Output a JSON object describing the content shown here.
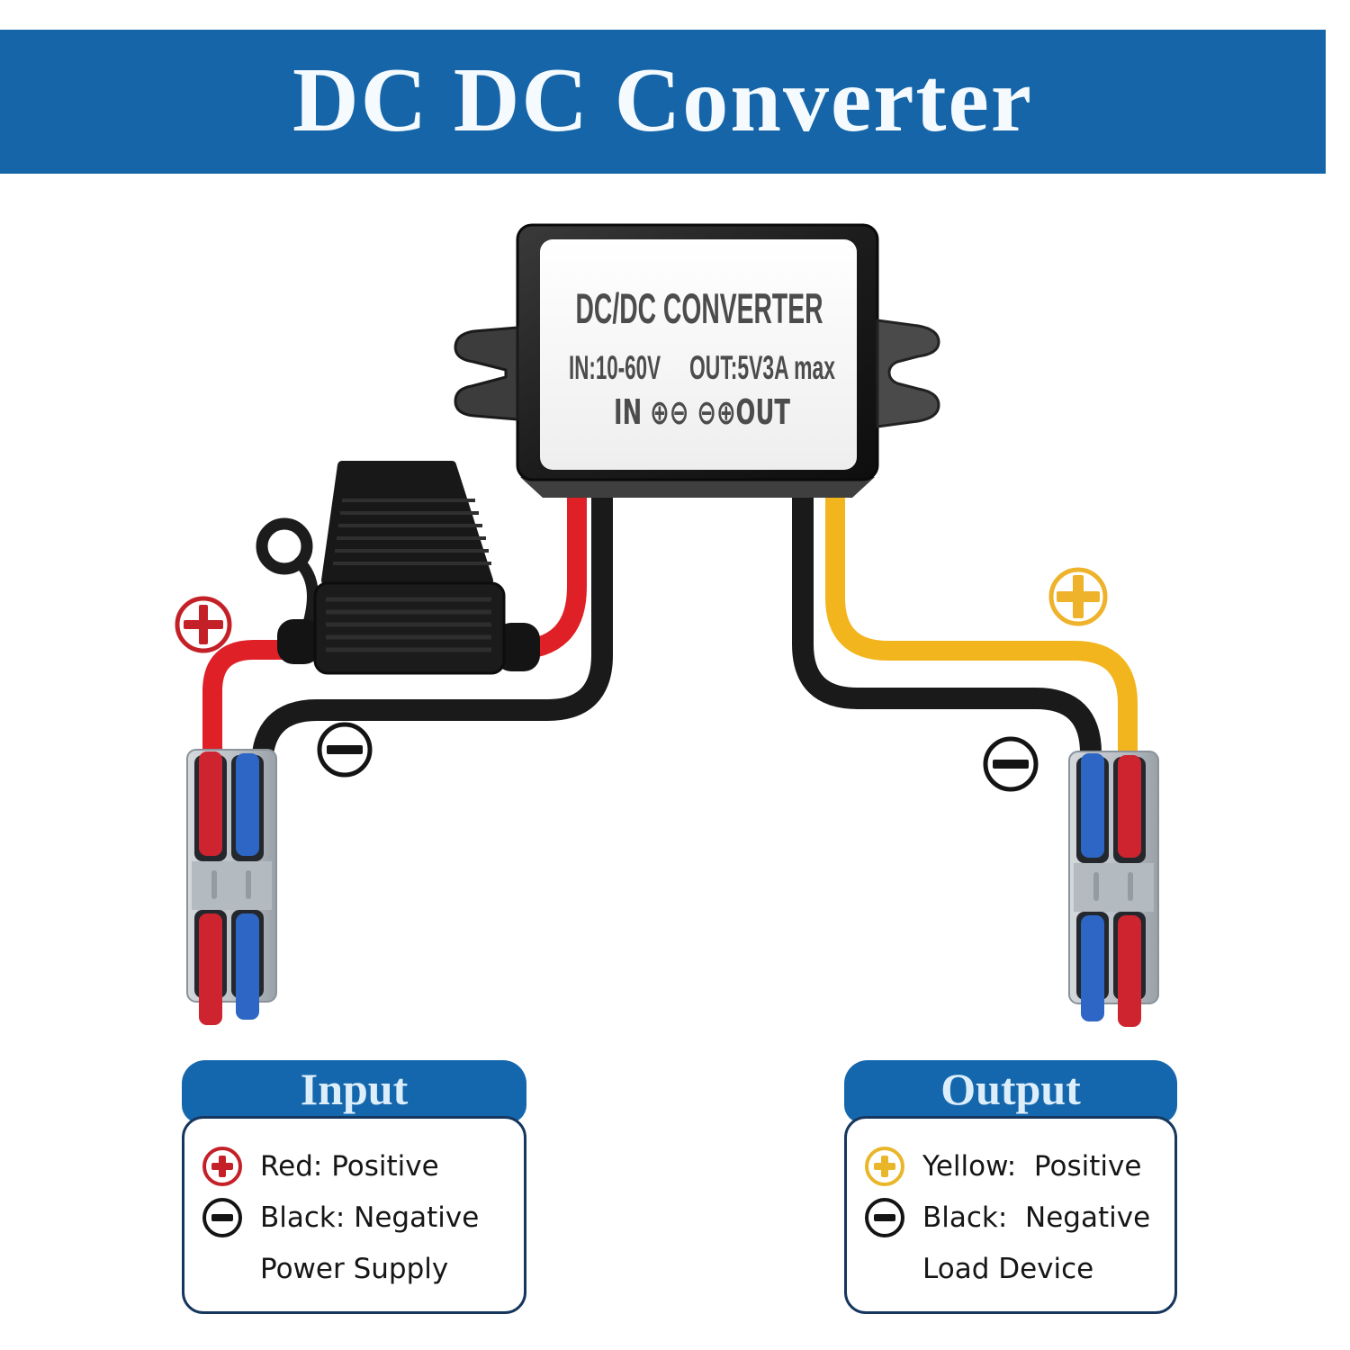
{
  "banner": {
    "title": "DC DC Converter"
  },
  "converter": {
    "title": "DC/DC CONVERTER",
    "spec_in": "IN:10-60V",
    "spec_out": "OUT:5V3A max",
    "polarity": "IN ⊕⊖ ⊖⊕OUT"
  },
  "icons": {
    "input_positive_badge": "plus-circle-red",
    "input_negative_badge": "minus-circle-black",
    "output_positive_badge": "plus-circle-yellow",
    "output_negative_badge": "minus-circle-black"
  },
  "wiring": {
    "input_positive_wire": "red",
    "input_negative_wire": "black",
    "output_positive_wire": "yellow",
    "output_negative_wire": "black",
    "fuse": "inline-fuse-holder",
    "connectors": "lever-splice-connector"
  },
  "panels": {
    "input": {
      "title": "Input",
      "rows": [
        {
          "icon": "plus-circle-red",
          "label": "Red: Positive"
        },
        {
          "icon": "minus-circle-black",
          "label": "Black: Negative"
        },
        {
          "icon": "none",
          "label": "Power Supply"
        }
      ]
    },
    "output": {
      "title": "Output",
      "rows": [
        {
          "icon": "plus-circle-yellow",
          "label": "Yellow:  Positive"
        },
        {
          "icon": "minus-circle-black",
          "label": "Black:  Negative"
        },
        {
          "icon": "none",
          "label": "Load Device"
        }
      ]
    }
  },
  "colors": {
    "banner_blue": "#1565a8",
    "panel_header_blue": "#1467ad",
    "panel_border_navy": "#16365e",
    "wire_red": "#df2027",
    "wire_yellow": "#f2b51d",
    "wire_black": "#1a1a1a",
    "connector_gray": "#b9bfc5",
    "lever_red": "#ce2430",
    "lever_blue": "#2d66c4",
    "label_text_gray": "#4c4c4c"
  }
}
